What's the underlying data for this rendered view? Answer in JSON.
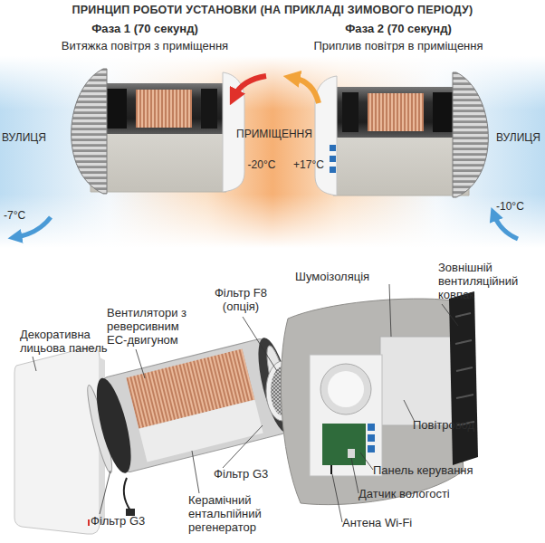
{
  "diagram": {
    "title": "ПРИНЦИП РОБОТИ УСТАНОВКИ (НА ПРИКЛАДІ ЗИМОВОГО ПЕРІОДУ)",
    "labels": [
      "Фаза 1 (70 секунд)",
      "Витяжка повітря з приміщення",
      "Фаза 2 (70 секунд)",
      "Приплив повітря в приміщення",
      "ВУЛИЦЯ",
      "ПРИМІЩЕННЯ",
      "ВУЛИЦЯ",
      "-20°C",
      "+17°C",
      "-7°C",
      "-10°C",
      "Шумоізоляція",
      "Зовнішній вентиляційний ковпак",
      "Фільтр F8 (опція)",
      "Вентилятори з реверсивним ЕС-двигуном",
      "Декоративна лицьова панель",
      "Повітровод",
      "Панель керування",
      "Фільтр G3",
      "Датчик вологості",
      "Керамічний ентальпійний регенератор",
      "Фільтр G3",
      "Антена Wi-Fi"
    ]
  }
}
